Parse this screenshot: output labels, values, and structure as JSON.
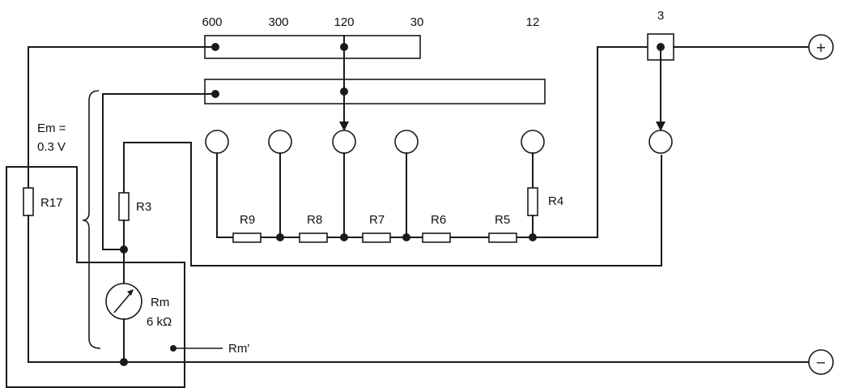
{
  "range_labels": [
    "600",
    "300",
    "120",
    "30",
    "12",
    "3"
  ],
  "resistors": {
    "r17": "R17",
    "r3": "R3",
    "r9": "R9",
    "r8": "R8",
    "r7": "R7",
    "r6": "R6",
    "r5": "R5",
    "r4": "R4"
  },
  "meter": {
    "name": "Rm",
    "value": "6 kΩ",
    "prime_label": "Rm′"
  },
  "em": {
    "line1": "Em =",
    "line2": "0.3 V"
  },
  "terminals": {
    "positive": "+",
    "negative": "−"
  }
}
